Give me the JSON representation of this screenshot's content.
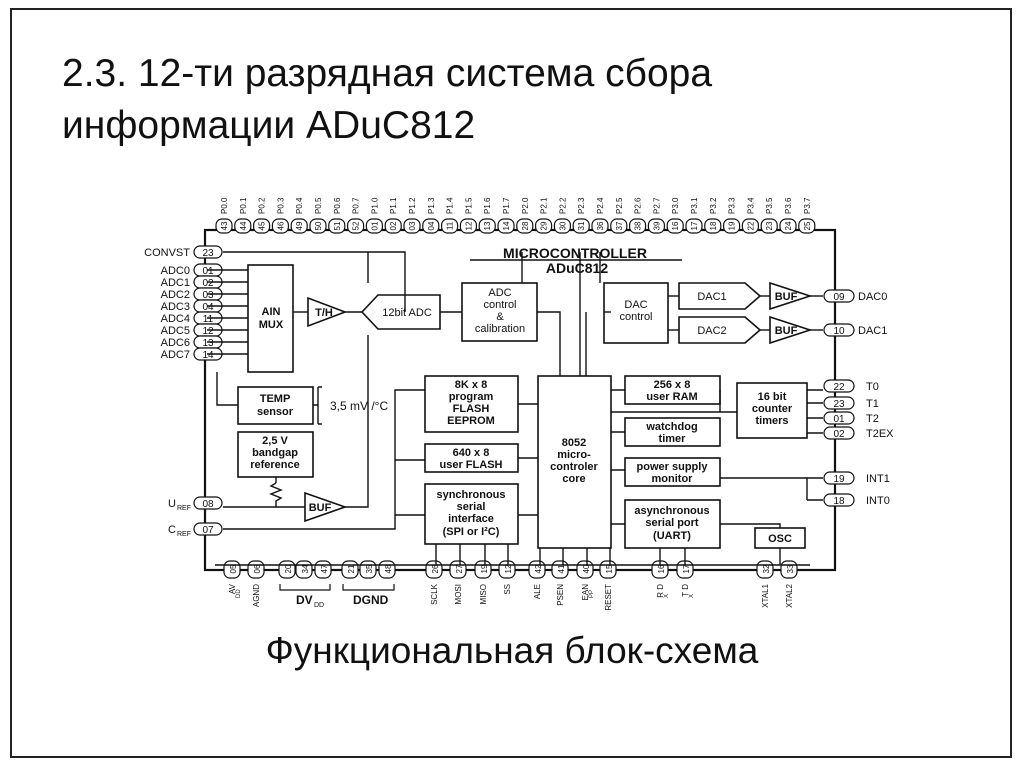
{
  "title": {
    "line1": "2.3. 12-ти разрядная система сбора",
    "line2": "информации ADuC812"
  },
  "caption": "Функциональная блок-схема",
  "diagram": {
    "header": "MICROCONTROLLER",
    "part": "ADuC812",
    "top_pins": [
      {
        "name": "P0.0",
        "num": "43"
      },
      {
        "name": "P0.1",
        "num": "44"
      },
      {
        "name": "P0.2",
        "num": "45"
      },
      {
        "name": "P0.3",
        "num": "46"
      },
      {
        "name": "P0.4",
        "num": "49"
      },
      {
        "name": "P0.5",
        "num": "50"
      },
      {
        "name": "P0.6",
        "num": "51"
      },
      {
        "name": "P0.7",
        "num": "52"
      },
      {
        "name": "P1.0",
        "num": "01"
      },
      {
        "name": "P1.1",
        "num": "02"
      },
      {
        "name": "P1.2",
        "num": "03"
      },
      {
        "name": "P1.3",
        "num": "04"
      },
      {
        "name": "P1.4",
        "num": "11"
      },
      {
        "name": "P1.5",
        "num": "12"
      },
      {
        "name": "P1.6",
        "num": "13"
      },
      {
        "name": "P1.7",
        "num": "14"
      },
      {
        "name": "P2.0",
        "num": "28"
      },
      {
        "name": "P2.1",
        "num": "29"
      },
      {
        "name": "P2.2",
        "num": "30"
      },
      {
        "name": "P2.3",
        "num": "31"
      },
      {
        "name": "P2.4",
        "num": "36"
      },
      {
        "name": "P2.5",
        "num": "37"
      },
      {
        "name": "P2.6",
        "num": "38"
      },
      {
        "name": "P2.7",
        "num": "39"
      },
      {
        "name": "P3.0",
        "num": "16"
      },
      {
        "name": "P3.1",
        "num": "17"
      },
      {
        "name": "P3.2",
        "num": "18"
      },
      {
        "name": "P3.3",
        "num": "19"
      },
      {
        "name": "P3.4",
        "num": "22"
      },
      {
        "name": "P3.5",
        "num": "23"
      },
      {
        "name": "P3.6",
        "num": "24"
      },
      {
        "name": "P3.7",
        "num": "25"
      }
    ],
    "left_pins": [
      {
        "name": "CONVST",
        "num": "23"
      },
      {
        "name": "ADC0",
        "num": "01"
      },
      {
        "name": "ADC1",
        "num": "02"
      },
      {
        "name": "ADC2",
        "num": "03"
      },
      {
        "name": "ADC3",
        "num": "04"
      },
      {
        "name": "ADC4",
        "num": "11"
      },
      {
        "name": "ADC5",
        "num": "12"
      },
      {
        "name": "ADC6",
        "num": "13"
      },
      {
        "name": "ADC7",
        "num": "14"
      },
      {
        "name": "U",
        "sub": "REF",
        "num": "08"
      },
      {
        "name": "C",
        "sub": "REF",
        "num": "07"
      }
    ],
    "right_pins": [
      {
        "name": "DAC0",
        "num": "09"
      },
      {
        "name": "DAC1",
        "num": "10"
      },
      {
        "name": "T0",
        "num": "22"
      },
      {
        "name": "T1",
        "num": "23"
      },
      {
        "name": "T2",
        "num": "01"
      },
      {
        "name": "T2EX",
        "num": "02"
      },
      {
        "name": "INT1",
        "num": "19"
      },
      {
        "name": "INT0",
        "num": "18"
      }
    ],
    "bottom_pins": [
      {
        "num": "05",
        "name": "AV",
        "sub": "DD"
      },
      {
        "num": "06",
        "name": "AGND"
      },
      {
        "num": "20"
      },
      {
        "num": "34"
      },
      {
        "num": "47"
      },
      {
        "num": "21"
      },
      {
        "num": "35"
      },
      {
        "num": "48"
      },
      {
        "num": "26",
        "name": "SCLK"
      },
      {
        "num": "27",
        "name": "MOSI"
      },
      {
        "num": "19",
        "name": "MISO"
      },
      {
        "num": "12",
        "name": "SS"
      },
      {
        "num": "42",
        "name": "ALE"
      },
      {
        "num": "41",
        "name": "PSEN"
      },
      {
        "num": "40",
        "name": "EAN",
        "sub": "PP"
      },
      {
        "num": "15",
        "name": "RESET"
      },
      {
        "num": "16",
        "name": "R D",
        "sub": "X"
      },
      {
        "num": "17",
        "name": "T D",
        "sub": "X"
      },
      {
        "num": "32",
        "name": "XTAL1"
      },
      {
        "num": "33",
        "name": "XTAL2"
      }
    ],
    "bottom_groups": {
      "dvdd": "DV",
      "dvdd_sub": "DD",
      "dgnd": "DGND"
    },
    "blocks": {
      "ain_mux": [
        "AIN",
        "MUX"
      ],
      "th": "T/H",
      "adc12": "12bit ADC",
      "adc_ctrl": [
        "ADC",
        "control",
        "&",
        "calibration"
      ],
      "dac_ctrl": [
        "DAC",
        "control"
      ],
      "dac1": "DAC1",
      "dac2": "DAC2",
      "buf": "BUF",
      "temp": [
        "TEMP",
        "sensor"
      ],
      "temp_note": "3,5 mV /°C",
      "bandgap": [
        "2,5 V",
        "bandgap",
        "reference"
      ],
      "flash": [
        "8K x 8",
        "program",
        "FLASH",
        "EEPROM"
      ],
      "user_flash": [
        "640 x 8",
        "user FLASH"
      ],
      "serial": [
        "synchronous",
        "serial",
        "interface",
        "(SPI or I²C)"
      ],
      "core": [
        "8052",
        "micro-",
        "controler",
        "core"
      ],
      "ram": [
        "256 x 8",
        "user RAM"
      ],
      "watchdog": [
        "watchdog",
        "timer"
      ],
      "psu": [
        "power supply",
        "monitor"
      ],
      "uart": [
        "asynchronous",
        "serial port",
        "(UART)"
      ],
      "timers": [
        "16 bit",
        "counter",
        "timers"
      ],
      "osc": "OSC"
    }
  }
}
